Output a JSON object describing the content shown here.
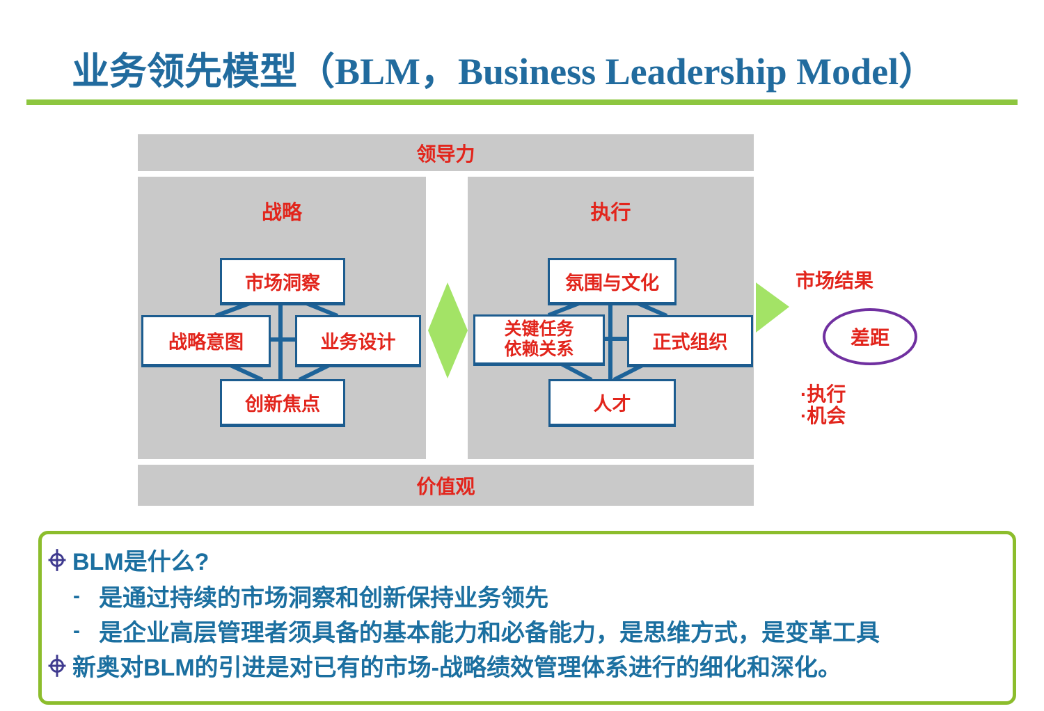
{
  "slide": {
    "title": "业务领先模型（BLM，Business Leadership Model）",
    "model": {
      "leadership_bar": "领导力",
      "values_bar": "价值观",
      "strategy": {
        "label": "战略",
        "top": "市场洞察",
        "left": "战略意图",
        "right": "业务设计",
        "bottom": "创新焦点"
      },
      "execution": {
        "label": "执行",
        "top": "氛围与文化",
        "left_line1": "关键任务",
        "left_line2": "依赖关系",
        "right": "正式组织",
        "bottom": "人才"
      },
      "market_result": "市场结果",
      "gap": "差距",
      "result_bullets": [
        "·执行",
        "·机会"
      ]
    },
    "notes": {
      "dash": "-",
      "items": [
        {
          "text": "BLM是什么?"
        },
        {
          "text": "是通过持续的市场洞察和创新保持业务领先"
        },
        {
          "text": "是企业高层管理者须具备的基本能力和必备能力，是思维方式，是变革工具"
        },
        {
          "text": "新奥对BLM的引进是对已有的市场-战略绩效管理体系进行的细化和深化。"
        }
      ]
    },
    "colors": {
      "title_blue": "#216b9e",
      "body_blue": "#1b6fa0",
      "text_red": "#e2251c",
      "panel_gray": "#c9c9c9",
      "accent_green": "#8dc63f",
      "shape_green": "#a3e366",
      "line_blue": "#1d6399",
      "ellipse_purple": "#7030a0",
      "bullet_purple": "#3f3a8f"
    }
  }
}
